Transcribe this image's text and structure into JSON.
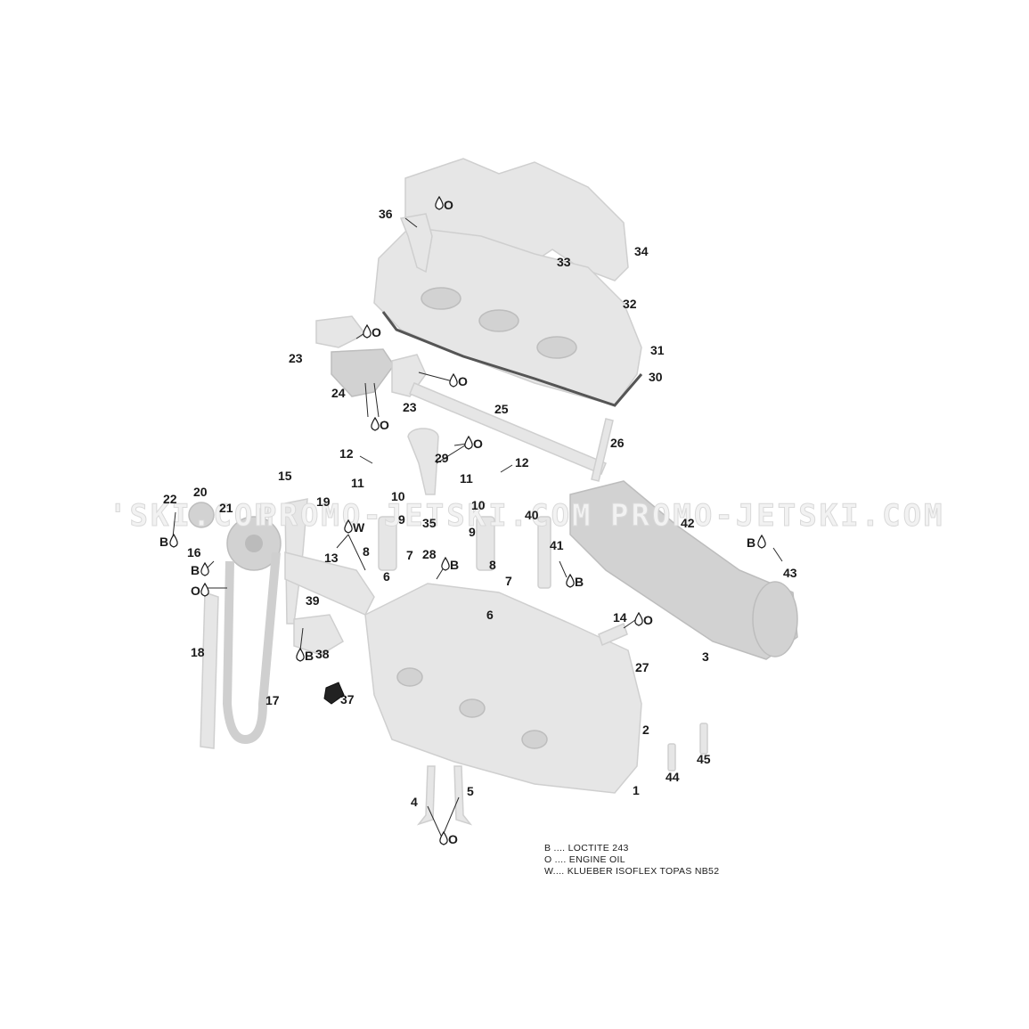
{
  "watermark": {
    "left": "'SKI.COM",
    "center": "PROMO-JETSKI.COM",
    "right": "PROMO-JETSKI.COM"
  },
  "callouts": [
    "1",
    "2",
    "3",
    "4",
    "5",
    "6",
    "6",
    "7",
    "7",
    "8",
    "8",
    "9",
    "9",
    "10",
    "10",
    "11",
    "11",
    "12",
    "12",
    "13",
    "14",
    "15",
    "16",
    "17",
    "18",
    "19",
    "20",
    "21",
    "22",
    "23",
    "23",
    "24",
    "25",
    "26",
    "27",
    "28",
    "29",
    "30",
    "31",
    "32",
    "33",
    "34",
    "35",
    "36",
    "37",
    "38",
    "39",
    "40",
    "41",
    "42",
    "43",
    "44",
    "45"
  ],
  "lubricant_marks": {
    "B": "B",
    "O": "O",
    "W": "W"
  },
  "legend": {
    "line_b": "B .... LOCTITE 243",
    "line_o": "O .... ENGINE OIL",
    "line_w": "W.... KLUEBER ISOFLEX TOPAS NB52"
  }
}
